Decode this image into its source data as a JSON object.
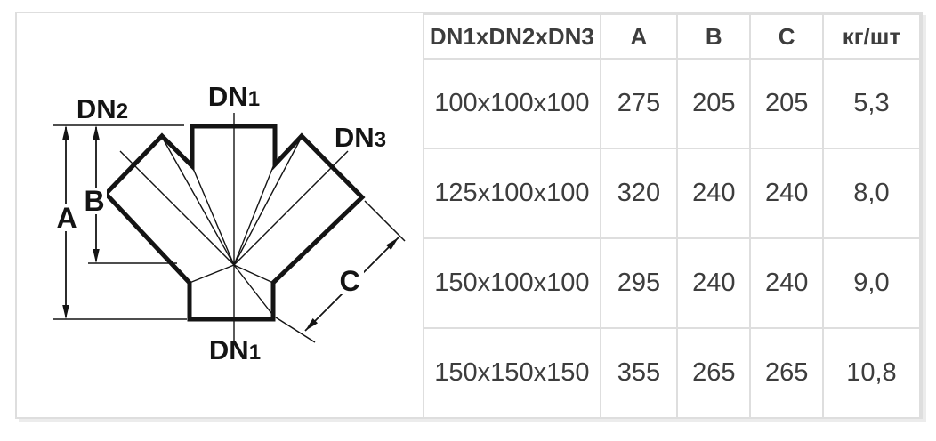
{
  "colors": {
    "background": "#ffffff",
    "table_border": "#dedede",
    "table_text": "#3d3d3d",
    "diagram_ink": "#141414"
  },
  "diagram": {
    "labels": {
      "dn1_top": {
        "text": "DN",
        "sub": "1"
      },
      "dn2": {
        "text": "DN",
        "sub": "2"
      },
      "dn3": {
        "text": "DN",
        "sub": "3"
      },
      "dn1_bottom": {
        "text": "DN",
        "sub": "1"
      },
      "dim_a": "A",
      "dim_b": "B",
      "dim_c": "C"
    }
  },
  "table": {
    "columns": [
      "DN1xDN2xDN3",
      "A",
      "B",
      "C",
      "кг/шт"
    ],
    "rows": [
      [
        "100x100x100",
        "275",
        "205",
        "205",
        "5,3"
      ],
      [
        "125x100x100",
        "320",
        "240",
        "240",
        "8,0"
      ],
      [
        "150x100x100",
        "295",
        "240",
        "240",
        "9,0"
      ],
      [
        "150x150x150",
        "355",
        "265",
        "265",
        "10,8"
      ]
    ]
  }
}
